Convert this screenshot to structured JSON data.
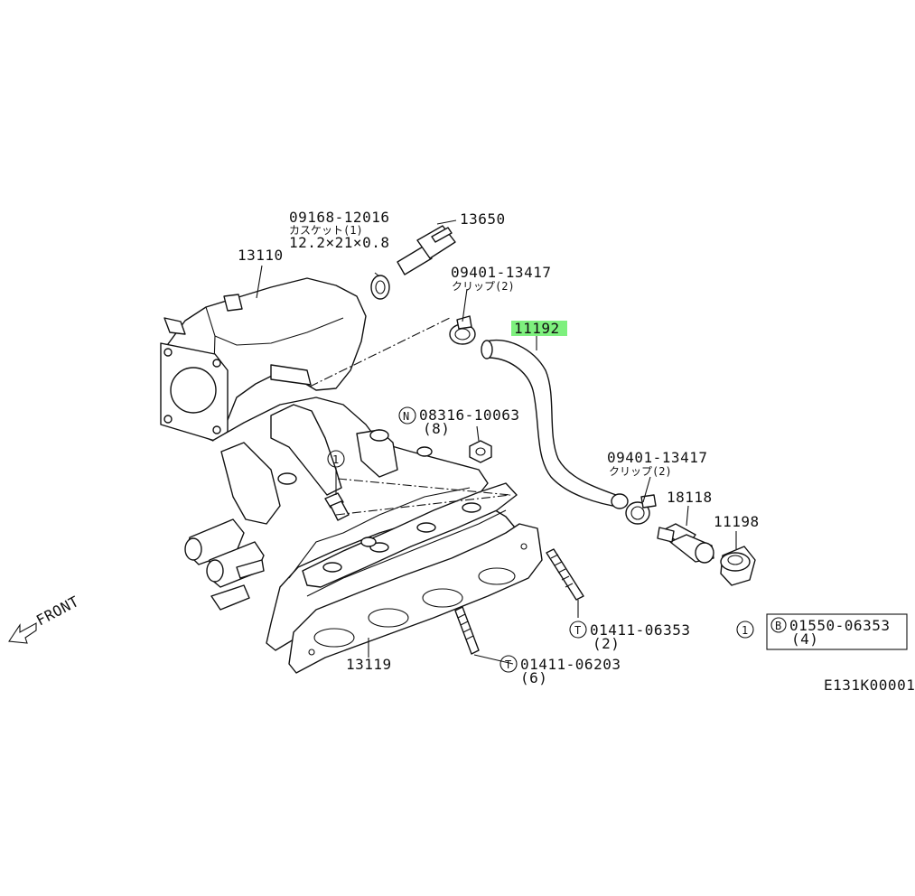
{
  "diagram": {
    "labels": {
      "p09168": "09168-12016",
      "p09168_name": "カスケット(1)",
      "p09168_size": "12.2×21×0.8",
      "p13650": "13650",
      "p13110": "13110",
      "p09401a": "09401-13417",
      "p09401a_name": "クリップ(2)",
      "p11192": "11192",
      "p08316": "08316-10063",
      "p08316_qty": "(8)",
      "p08316_symbol": "N",
      "p09401b": "09401-13417",
      "p09401b_name": "クリップ(2)",
      "p18118": "18118",
      "p11198": "11198",
      "p01411a": "01411-06353",
      "p01411a_qty": "(2)",
      "p01411a_symbol": "T",
      "p01411b": "01411-06203",
      "p01411b_qty": "(6)",
      "p01411b_symbol": "T",
      "p13119": "13119",
      "p01550": "01550-06353",
      "p01550_qty": "(4)",
      "p01550_symbol": "B",
      "ref1_symbol": "1",
      "ref1_box_symbol": "1",
      "front": "FRONT",
      "figure_code": "E131K00001"
    },
    "highlight_color": "#7ef07e",
    "line_color": "#111111"
  }
}
